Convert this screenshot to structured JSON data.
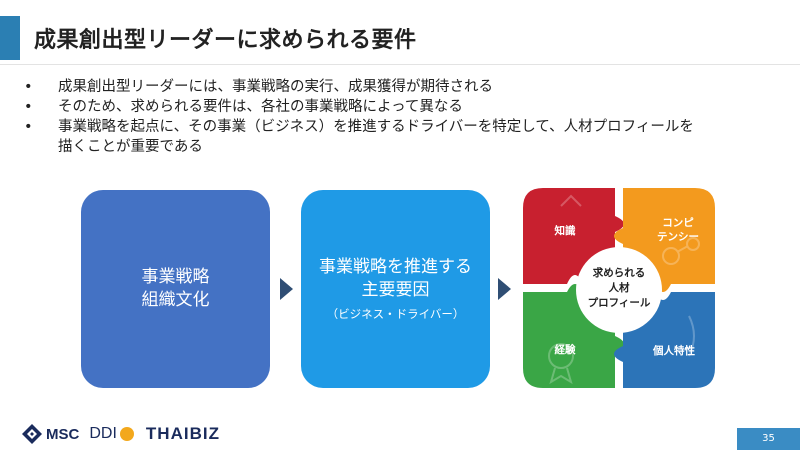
{
  "slide": {
    "title": "成果創出型リーダーに求められる要件",
    "bullets": [
      "成果創出型リーダーには、事業戦略の実行、成果獲得が期待される",
      "そのため、求められる要件は、各社の事業戦略によって異なる",
      "事業戦略を起点に、その事業（ビジネス）を推進するドライバーを特定して、人材プロフィールを",
      "描くことが重要である"
    ],
    "bullet_symbol": "•",
    "box1": {
      "line1": "事業戦略",
      "line2": "組織文化"
    },
    "box2": {
      "line1": "事業戦略を推進する",
      "line2": "主要要因",
      "sub": "（ビジネス・ドライバー）"
    },
    "puzzle": {
      "center_line1": "求められる",
      "center_line2": "人材",
      "center_line3": "プロフィール",
      "knowledge": "知識",
      "competency_line1": "コンピ",
      "competency_line2": "テンシー",
      "experience": "経験",
      "personal": "個人特性"
    },
    "logos": {
      "msc": "MSC",
      "ddi": "DDI",
      "thaibiz": "THAIBIZ"
    },
    "page_number": "35"
  },
  "colors": {
    "title_accent": "#2b7fb3",
    "box1": "#4472c4",
    "box2": "#1f9ae6",
    "arrow": "#2f4e74",
    "knowledge": "#c8202f",
    "competency": "#f39a1e",
    "experience": "#3aa646",
    "personal": "#2c74b8",
    "page_number_bg": "#3a8cc4"
  }
}
